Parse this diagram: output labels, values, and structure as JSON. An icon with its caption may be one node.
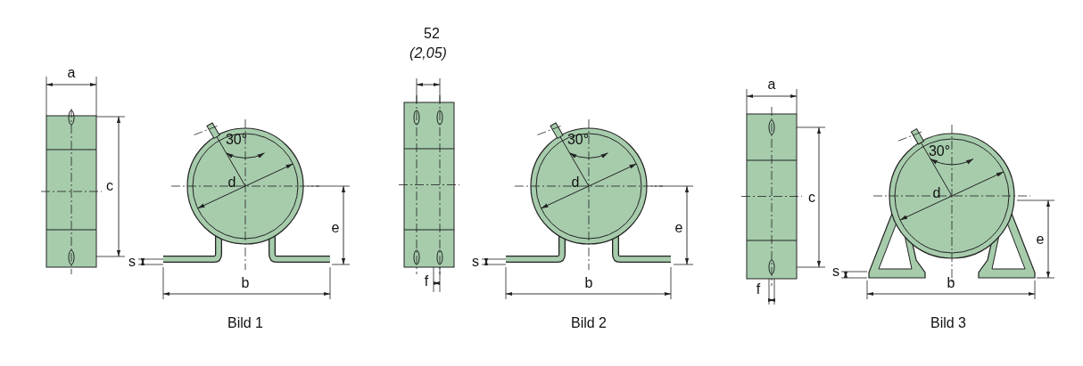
{
  "diagram": {
    "labels": [
      "a",
      "c",
      "30°",
      "d",
      "e",
      "s",
      "b",
      "Bild 1",
      "52",
      "(2,05)",
      "30°",
      "d",
      "e",
      "s",
      "f",
      "b",
      "Bild 2",
      "a",
      "c",
      "30°",
      "d",
      "e",
      "s",
      "f",
      "b",
      "Bild 3"
    ]
  }
}
